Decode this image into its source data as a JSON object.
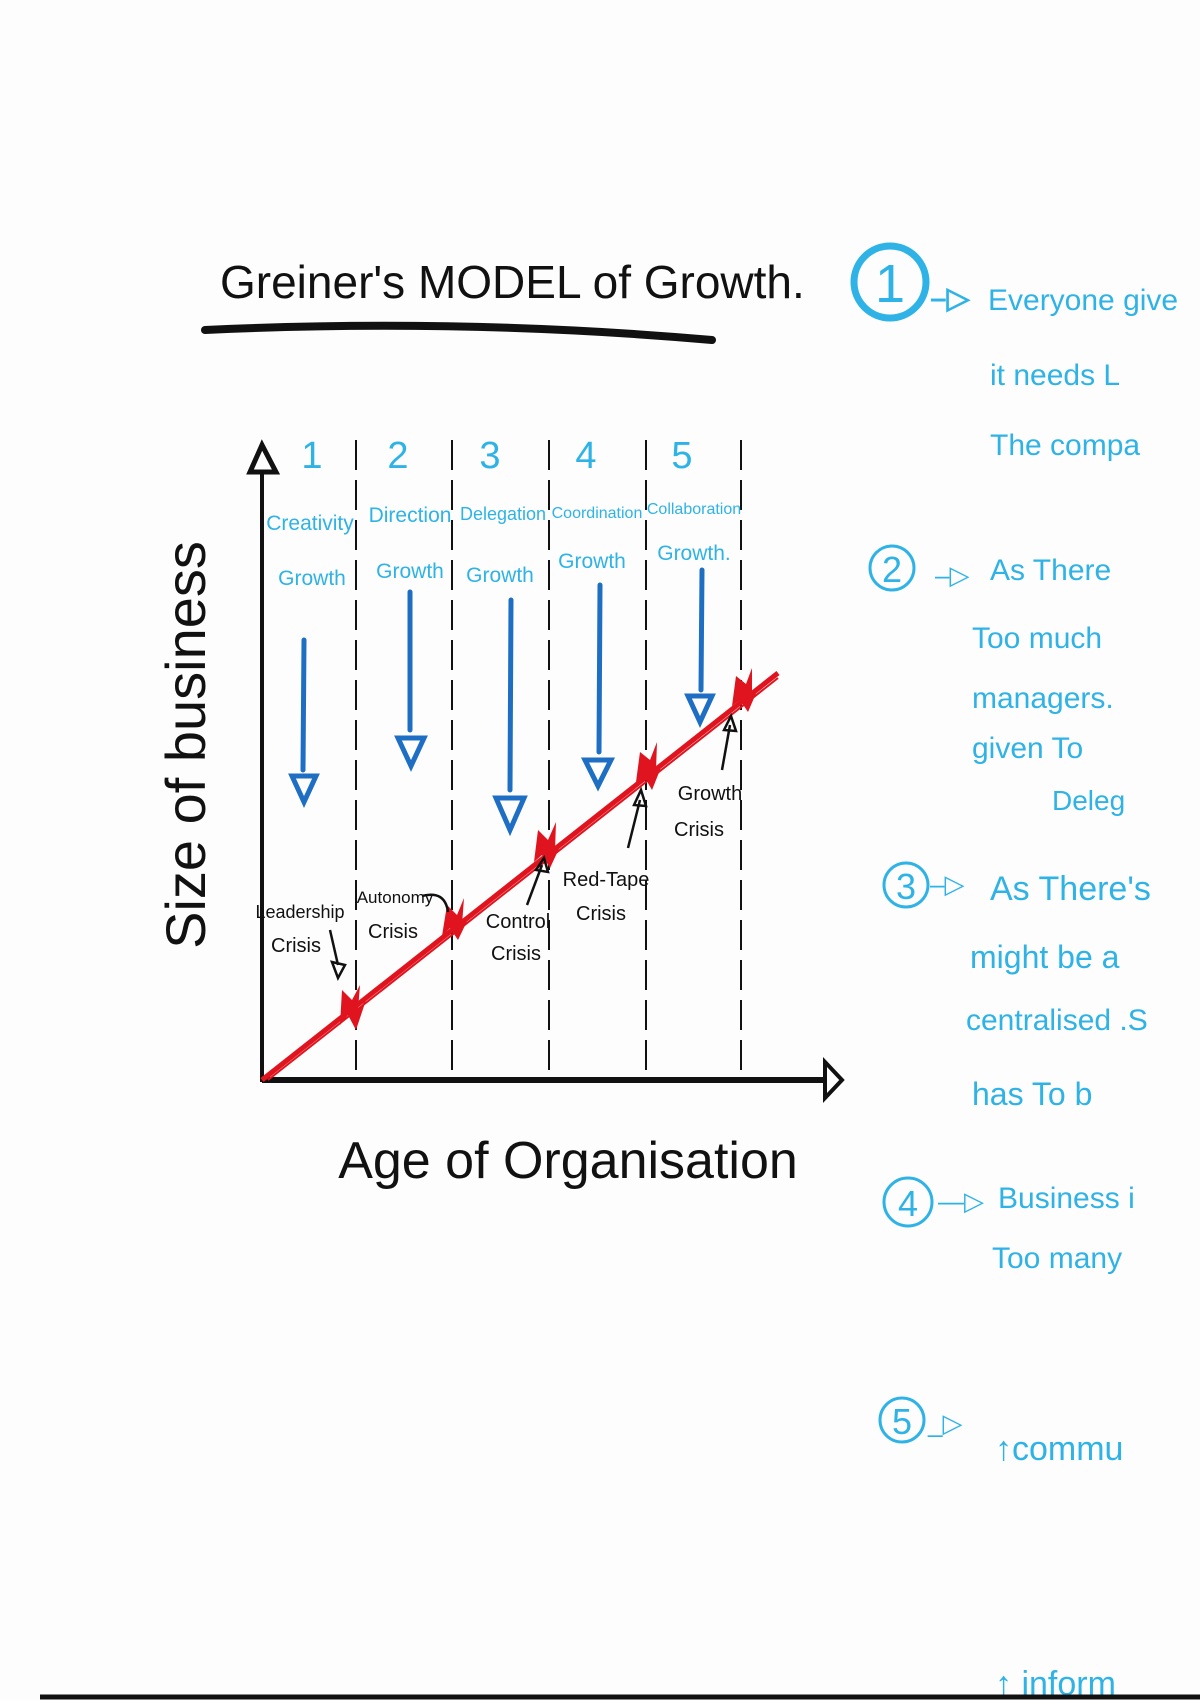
{
  "title": "Greiner's MODEL of Growth.",
  "axes": {
    "y_label": "Size of business",
    "x_label": "Age of Organisation"
  },
  "phases": [
    {
      "number": "1",
      "line1": "Creativity",
      "line2": "Growth",
      "crisis1": "Leadership",
      "crisis2": "Crisis"
    },
    {
      "number": "2",
      "line1": "Direction",
      "line2": "Growth",
      "crisis1": "Autonomy",
      "crisis2": "Crisis"
    },
    {
      "number": "3",
      "line1": "Delegation",
      "line2": "Growth",
      "crisis1": "Control",
      "crisis2": "Crisis"
    },
    {
      "number": "4",
      "line1": "Coordination",
      "line2": "Growth",
      "crisis1": "Red-Tape",
      "crisis2": "Crisis"
    },
    {
      "number": "5",
      "line1": "Collaboration",
      "line2": "Growth.",
      "crisis1": "Growth",
      "crisis2": "Crisis"
    }
  ],
  "notes": [
    {
      "number": "1",
      "lines": [
        "Everyone give",
        "it needs L",
        "The compa"
      ]
    },
    {
      "number": "2",
      "lines": [
        "As There",
        "Too much",
        "managers.",
        "given To",
        "Deleg"
      ]
    },
    {
      "number": "3",
      "lines": [
        "As There's",
        "might be a",
        "centralised .S",
        "has To b"
      ]
    },
    {
      "number": "4",
      "lines": [
        "Business i",
        "Too many"
      ]
    },
    {
      "number": "5",
      "lines": [
        "↑commu",
        "↑ inform"
      ]
    }
  ],
  "colors": {
    "ink": "#111111",
    "blue": "#1e6fc4",
    "cyan": "#2fb3e6",
    "red": "#e0141e"
  }
}
